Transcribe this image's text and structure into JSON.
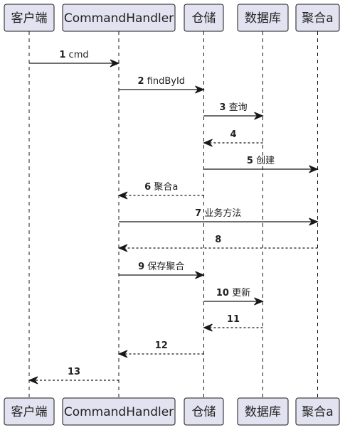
{
  "participants": [
    {
      "id": "client",
      "label": "客户端"
    },
    {
      "id": "handler",
      "label": "CommandHandler"
    },
    {
      "id": "repo",
      "label": "仓储"
    },
    {
      "id": "db",
      "label": "数据库"
    },
    {
      "id": "agg",
      "label": "聚合a"
    }
  ],
  "messages": [
    {
      "number": "1",
      "text": "cmd",
      "from": "client",
      "to": "handler",
      "kind": "sync"
    },
    {
      "number": "2",
      "text": "findById",
      "from": "handler",
      "to": "repo",
      "kind": "sync"
    },
    {
      "number": "3",
      "text": "查询",
      "from": "repo",
      "to": "db",
      "kind": "sync"
    },
    {
      "number": "4",
      "text": "",
      "from": "db",
      "to": "repo",
      "kind": "return"
    },
    {
      "number": "5",
      "text": "创建",
      "from": "repo",
      "to": "agg",
      "kind": "sync"
    },
    {
      "number": "6",
      "text": "聚合a",
      "from": "repo",
      "to": "handler",
      "kind": "return"
    },
    {
      "number": "7",
      "text": "业务方法",
      "from": "handler",
      "to": "agg",
      "kind": "sync"
    },
    {
      "number": "8",
      "text": "",
      "from": "agg",
      "to": "handler",
      "kind": "return"
    },
    {
      "number": "9",
      "text": "保存聚合",
      "from": "handler",
      "to": "repo",
      "kind": "sync"
    },
    {
      "number": "10",
      "text": "更新",
      "from": "repo",
      "to": "db",
      "kind": "sync"
    },
    {
      "number": "11",
      "text": "",
      "from": "db",
      "to": "repo",
      "kind": "return"
    },
    {
      "number": "12",
      "text": "",
      "from": "repo",
      "to": "handler",
      "kind": "return"
    },
    {
      "number": "13",
      "text": "",
      "from": "handler",
      "to": "client",
      "kind": "return"
    }
  ],
  "colors": {
    "box_fill": "#e2e2f0",
    "box_stroke": "#181818",
    "lifeline": "#181818",
    "arrow": "#181818"
  }
}
